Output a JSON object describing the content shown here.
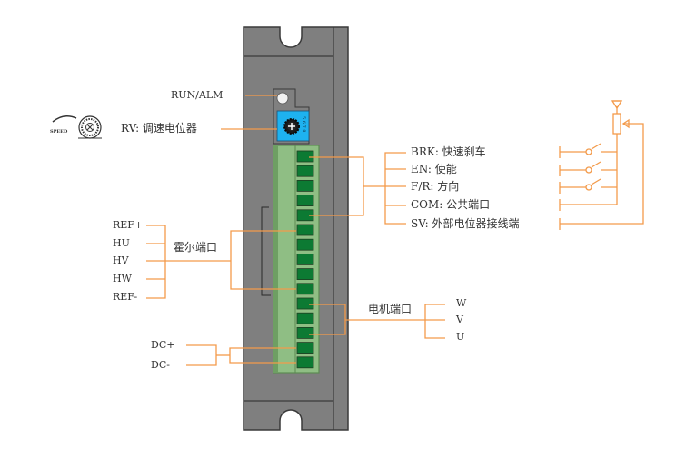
{
  "colors": {
    "wire": "#f39a4a",
    "body": "#7f7f7f",
    "body_dark": "#5e5e5e",
    "outline": "#3a3a3a",
    "terminal_block": "#8fbe84",
    "terminal_block_dark": "#5c8a52",
    "terminal": "#0c7a33",
    "pot_bg": "#1eb2f0"
  },
  "device": {
    "terminal_count": 15
  },
  "labels": {
    "run_alm": "RUN/ALM",
    "rv": "RV: 调速电位器",
    "speed_icon_text": "SPEED",
    "control": [
      "BRK: 快速刹车",
      "EN: 使能",
      "F/R: 方向",
      "COM: 公共端口",
      "SV: 外部电位器接线端"
    ],
    "hall_group": "霍尔端口",
    "hall": [
      "REF+",
      "HU",
      "HV",
      "HW",
      "REF-"
    ],
    "motor_group": "电机端口",
    "motor": [
      "W",
      "V",
      "U"
    ],
    "power": [
      "DC+",
      "DC-"
    ]
  }
}
